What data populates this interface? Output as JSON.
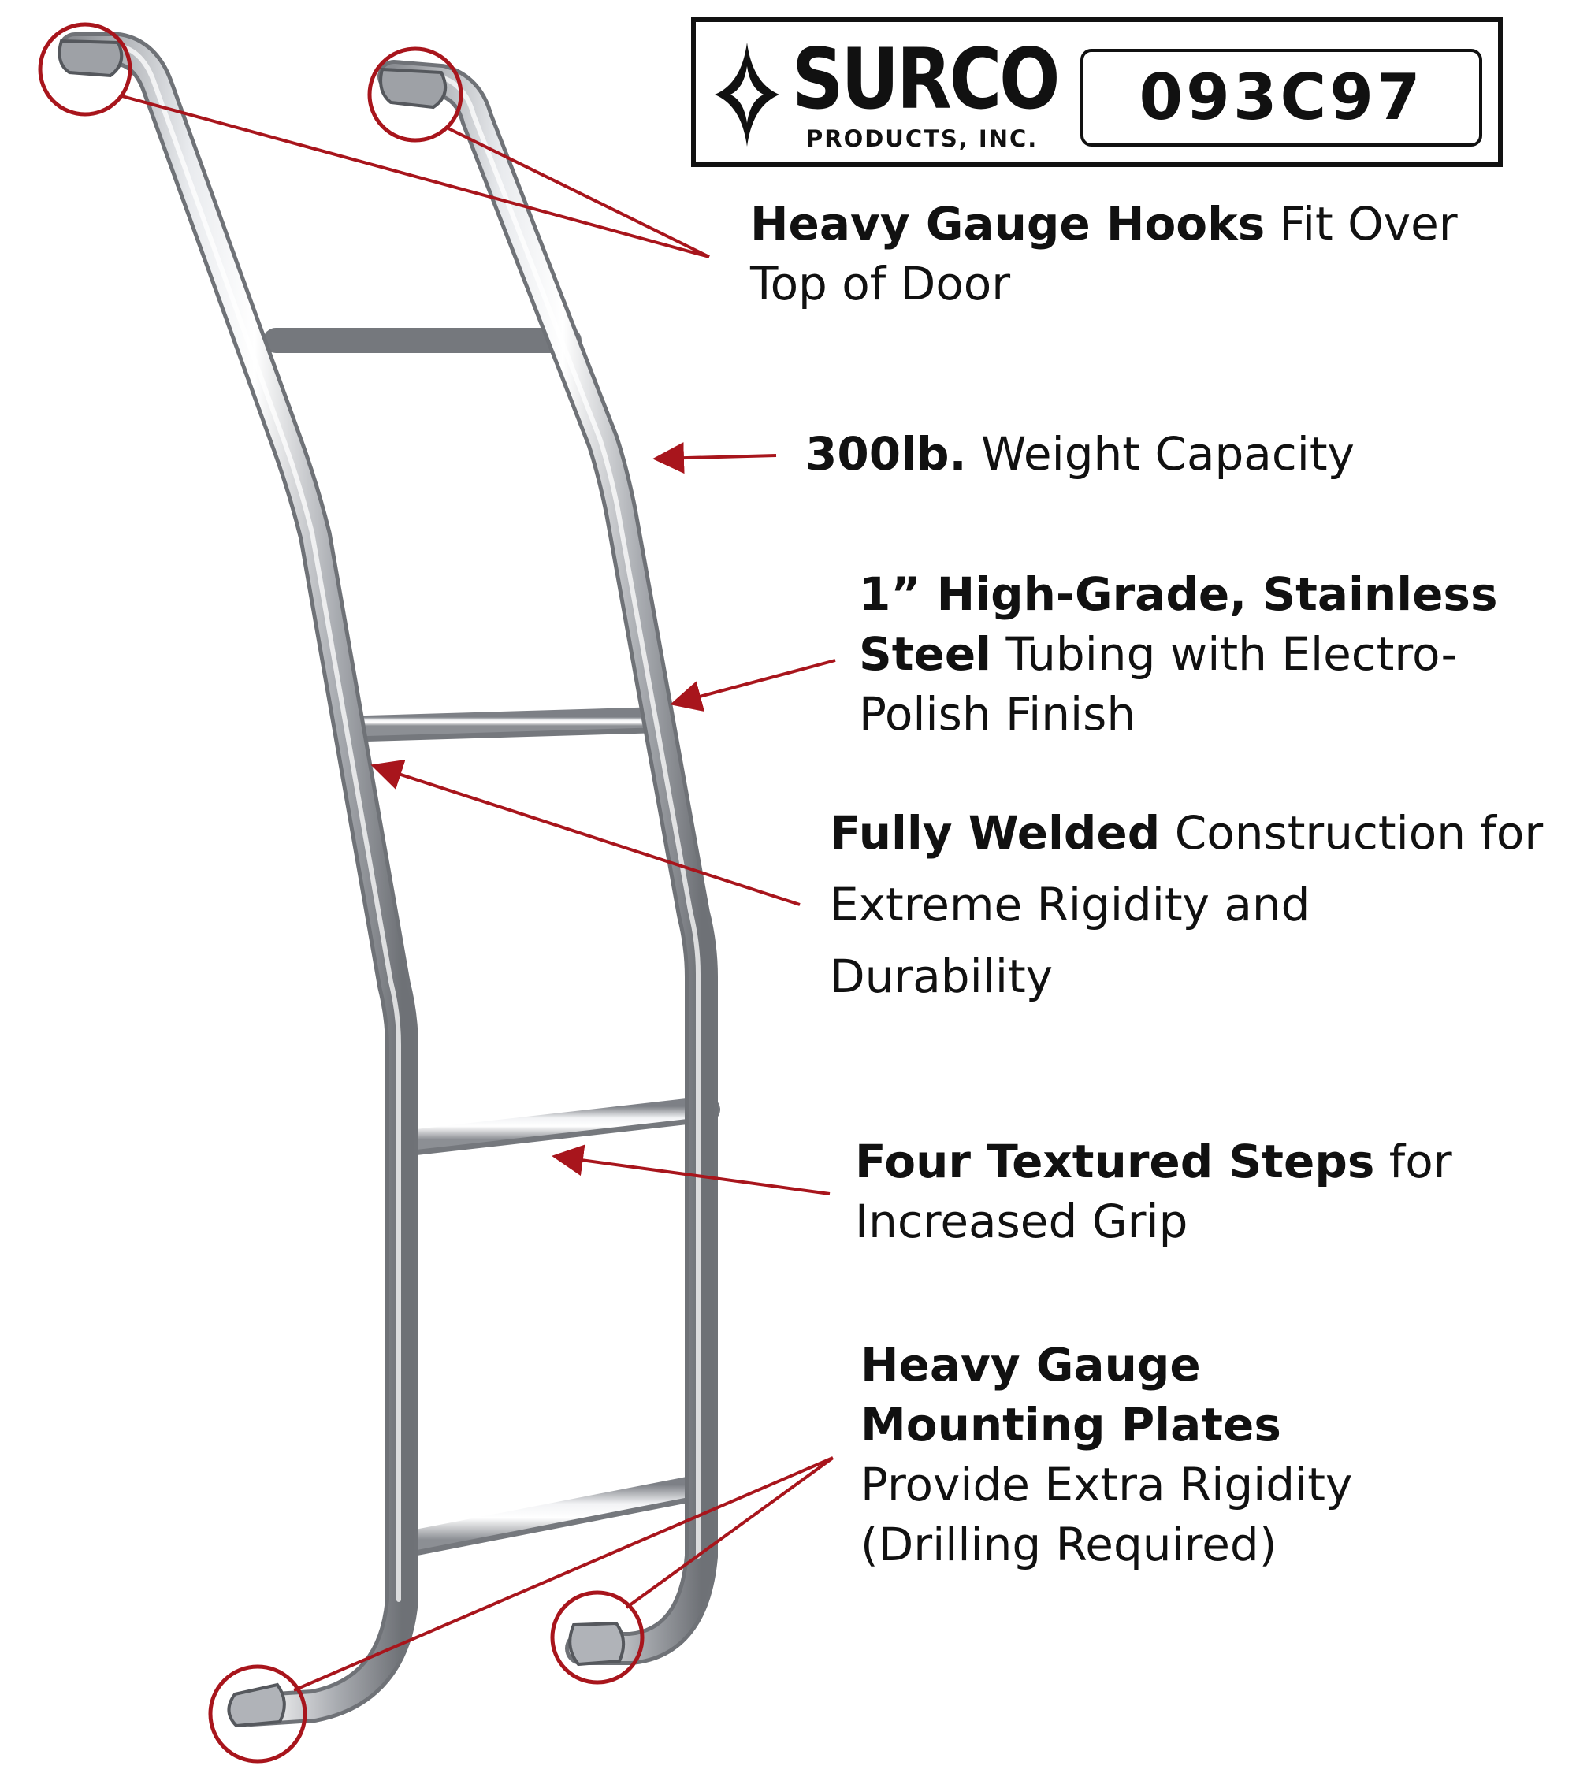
{
  "brand": {
    "name": "SURCO",
    "subtitle": "PRODUCTS, INC.",
    "model_number": "093C97"
  },
  "colors": {
    "callout_red": "#a8151c",
    "text": "#111111",
    "steel": "#b9bcc0"
  },
  "callouts": [
    {
      "id": "hooks",
      "bold": "Heavy Gauge Hooks",
      "rest": " Fit Over Top of Door"
    },
    {
      "id": "capacity",
      "bold": "300lb.",
      "rest": " Weight Capacity"
    },
    {
      "id": "tubing",
      "bold": "1” High-Grade, Stainless Steel",
      "rest": " Tubing with Electro-Polish Finish"
    },
    {
      "id": "welded",
      "bold": "Fully Welded",
      "rest": " Construction for Extreme Rigidity and Durability"
    },
    {
      "id": "steps",
      "bold": "Four Textured Steps",
      "rest": " for Increased Grip"
    },
    {
      "id": "plates",
      "bold": "Heavy Gauge Mounting Plates",
      "rest": " Provide Extra Rigidity (Drilling Required)"
    }
  ]
}
